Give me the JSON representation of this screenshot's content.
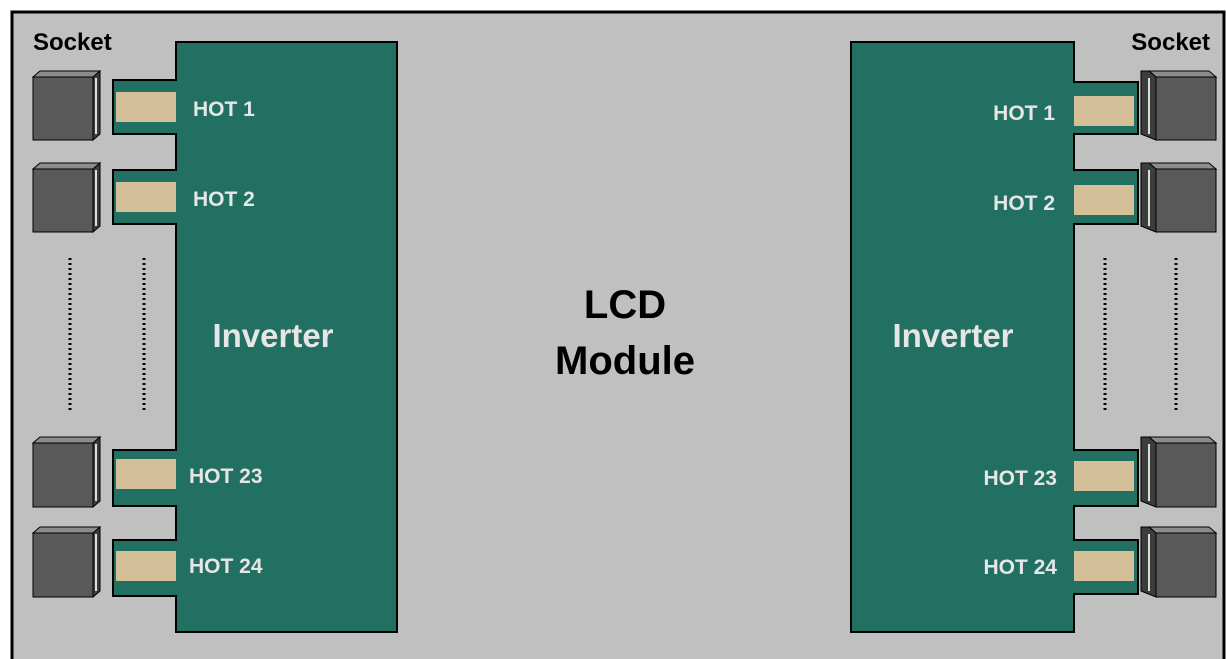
{
  "module": {
    "line1": "LCD",
    "line2": "Module"
  },
  "left": {
    "socket_label": "Socket",
    "inverter_label": "Inverter",
    "hot_labels": [
      "HOT 1",
      "HOT 2",
      "HOT 23",
      "HOT 24"
    ]
  },
  "right": {
    "socket_label": "Socket",
    "inverter_label": "Inverter",
    "hot_labels": [
      "HOT 1",
      "HOT 2",
      "HOT 23",
      "HOT 24"
    ]
  },
  "colors": {
    "panel": "#c0c0c0",
    "border": "#000000",
    "inverter": "#217061",
    "lamp": "#d3bf98",
    "socket_front": "#595959",
    "socket_side": "#3d3d3d",
    "socket_top": "#8c8c8c",
    "text_light": "#e6e6e6",
    "text_dark": "#000000"
  }
}
